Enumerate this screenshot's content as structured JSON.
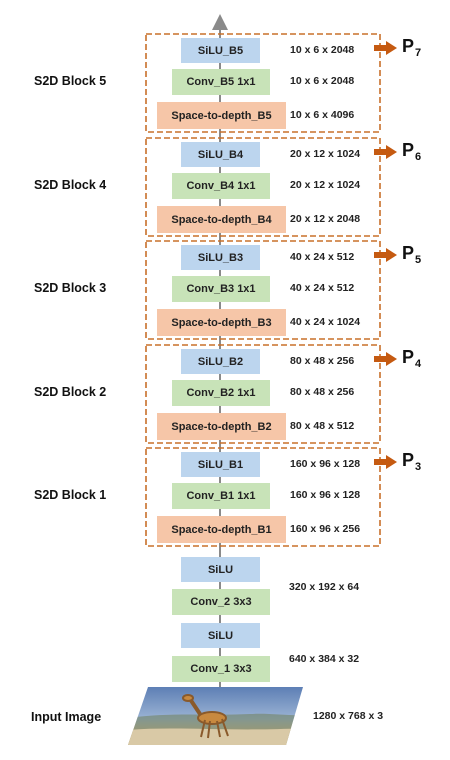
{
  "blocks": [
    {
      "label": "S2D Block 5",
      "output": "P",
      "output_sub": "7",
      "layers": [
        {
          "name": "SiLU_B5",
          "dims": "10 x 6 x 2048"
        },
        {
          "name": "Conv_B5 1x1",
          "dims": "10 x 6 x 2048"
        },
        {
          "name": "Space-to-depth_B5",
          "dims": "10 x 6 x 4096"
        }
      ]
    },
    {
      "label": "S2D Block 4",
      "output": "P",
      "output_sub": "6",
      "layers": [
        {
          "name": "SiLU_B4",
          "dims": "20 x 12 x 1024"
        },
        {
          "name": "Conv_B4 1x1",
          "dims": "20 x 12 x 1024"
        },
        {
          "name": "Space-to-depth_B4",
          "dims": "20 x 12 x 2048"
        }
      ]
    },
    {
      "label": "S2D Block 3",
      "output": "P",
      "output_sub": "5",
      "layers": [
        {
          "name": "SiLU_B3",
          "dims": "40 x 24 x 512"
        },
        {
          "name": "Conv_B3 1x1",
          "dims": "40 x 24 x 512"
        },
        {
          "name": "Space-to-depth_B3",
          "dims": "40 x 24 x 1024"
        }
      ]
    },
    {
      "label": "S2D Block 2",
      "output": "P",
      "output_sub": "4",
      "layers": [
        {
          "name": "SiLU_B2",
          "dims": "80 x 48 x 256"
        },
        {
          "name": "Conv_B2 1x1",
          "dims": "80 x 48 x 256"
        },
        {
          "name": "Space-to-depth_B2",
          "dims": "80 x 48 x 512"
        }
      ]
    },
    {
      "label": "S2D Block 1",
      "output": "P",
      "output_sub": "3",
      "layers": [
        {
          "name": "SiLU_B1",
          "dims": "160 x 96 x 128"
        },
        {
          "name": "Conv_B1 1x1",
          "dims": "160 x 96 x 128"
        },
        {
          "name": "Space-to-depth_B1",
          "dims": "160 x 96 x 256"
        }
      ]
    }
  ],
  "stem": {
    "silu_2": "SiLU",
    "conv_2": "Conv_2 3x3",
    "dims_2": "320 x 192 x 64",
    "silu_1": "SiLU",
    "conv_1": "Conv_1 3x3",
    "dims_1": "640 x 384 x 32"
  },
  "input": {
    "label": "Input Image",
    "dims": "1280 x 768 x 3"
  },
  "colors": {
    "silu": "#bcd5ee",
    "conv": "#c8e3b8",
    "space_to_depth": "#f6c6a8",
    "dashed_border": "#c8702a",
    "output_arrow": "#c55a11",
    "backbone_line": "#8a8a8a"
  }
}
